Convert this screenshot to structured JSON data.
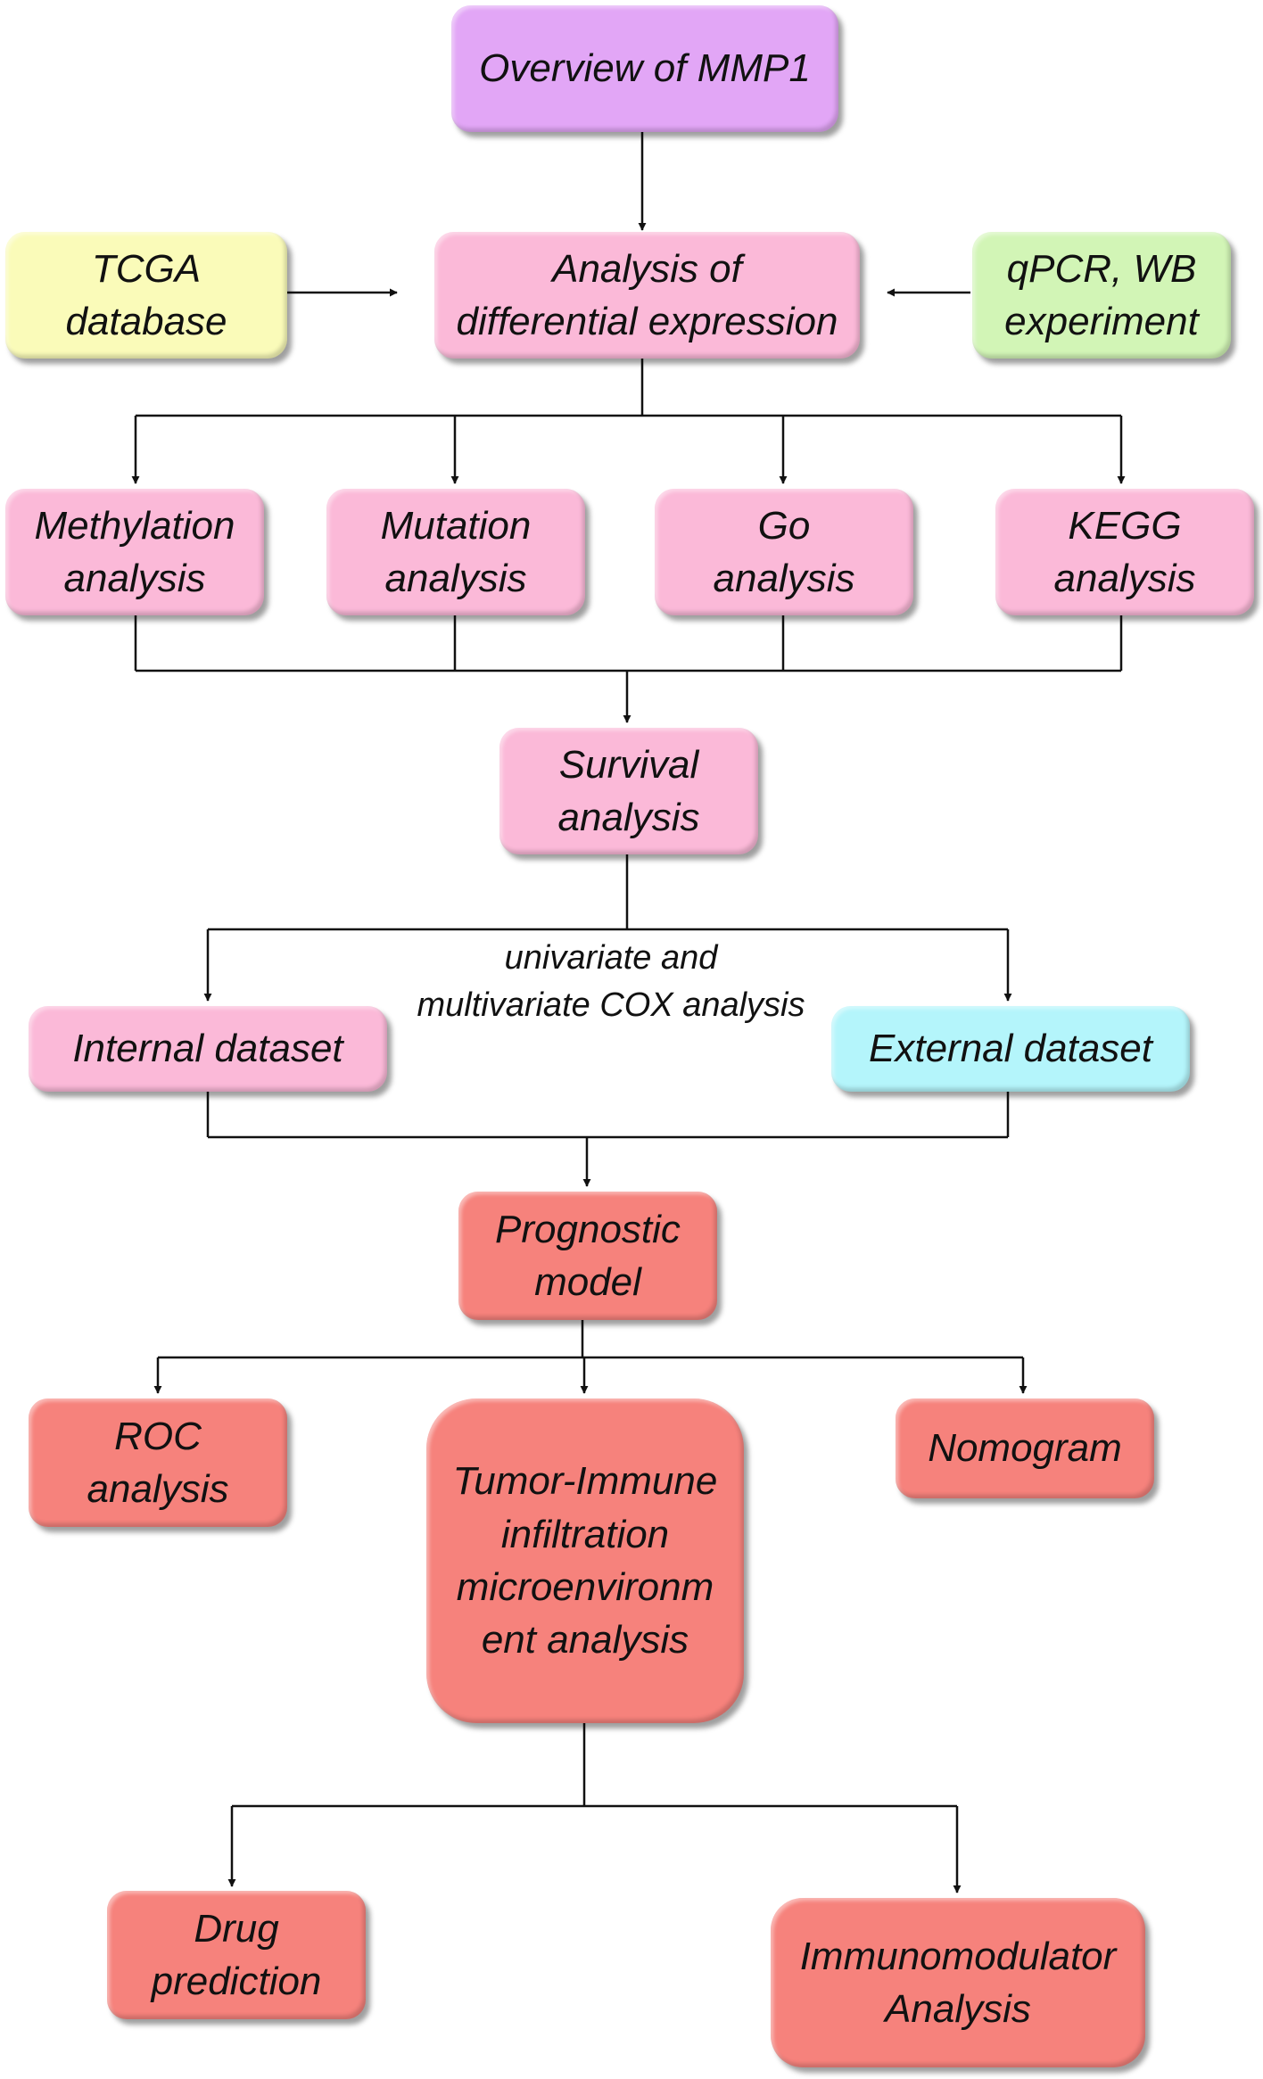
{
  "nodes": {
    "overview": "Overview of MMP1",
    "tcga": "TCGA\ndatabase",
    "differential": "Analysis of\ndifferential expression",
    "qpcr": "qPCR, WB\nexperiment",
    "methylation": "Methylation\nanalysis",
    "mutation": "Mutation\nanalysis",
    "go": "Go\nanalysis",
    "kegg": "KEGG\nanalysis",
    "survival": "Survival\nanalysis",
    "internal": "Internal dataset",
    "external": "External dataset",
    "prognostic": "Prognostic\nmodel",
    "roc": "ROC\nanalysis",
    "tumor_immune": "Tumor-Immune\ninfiltration\nmicroenvironm\nent analysis",
    "nomogram": "Nomogram",
    "drug": "Drug\nprediction",
    "immunomodulator": "Immunomodulator\nAnalysis"
  },
  "edge_labels": {
    "cox": "univariate and\nmultivariate COX analysis"
  },
  "colors": {
    "purple": "#e2a6f6",
    "yellow": "#fafbb9",
    "green": "#d2f5b6",
    "pink": "#fbb9d8",
    "cyan": "#b4f5fb",
    "red": "#f6827c",
    "line": "#111111"
  }
}
